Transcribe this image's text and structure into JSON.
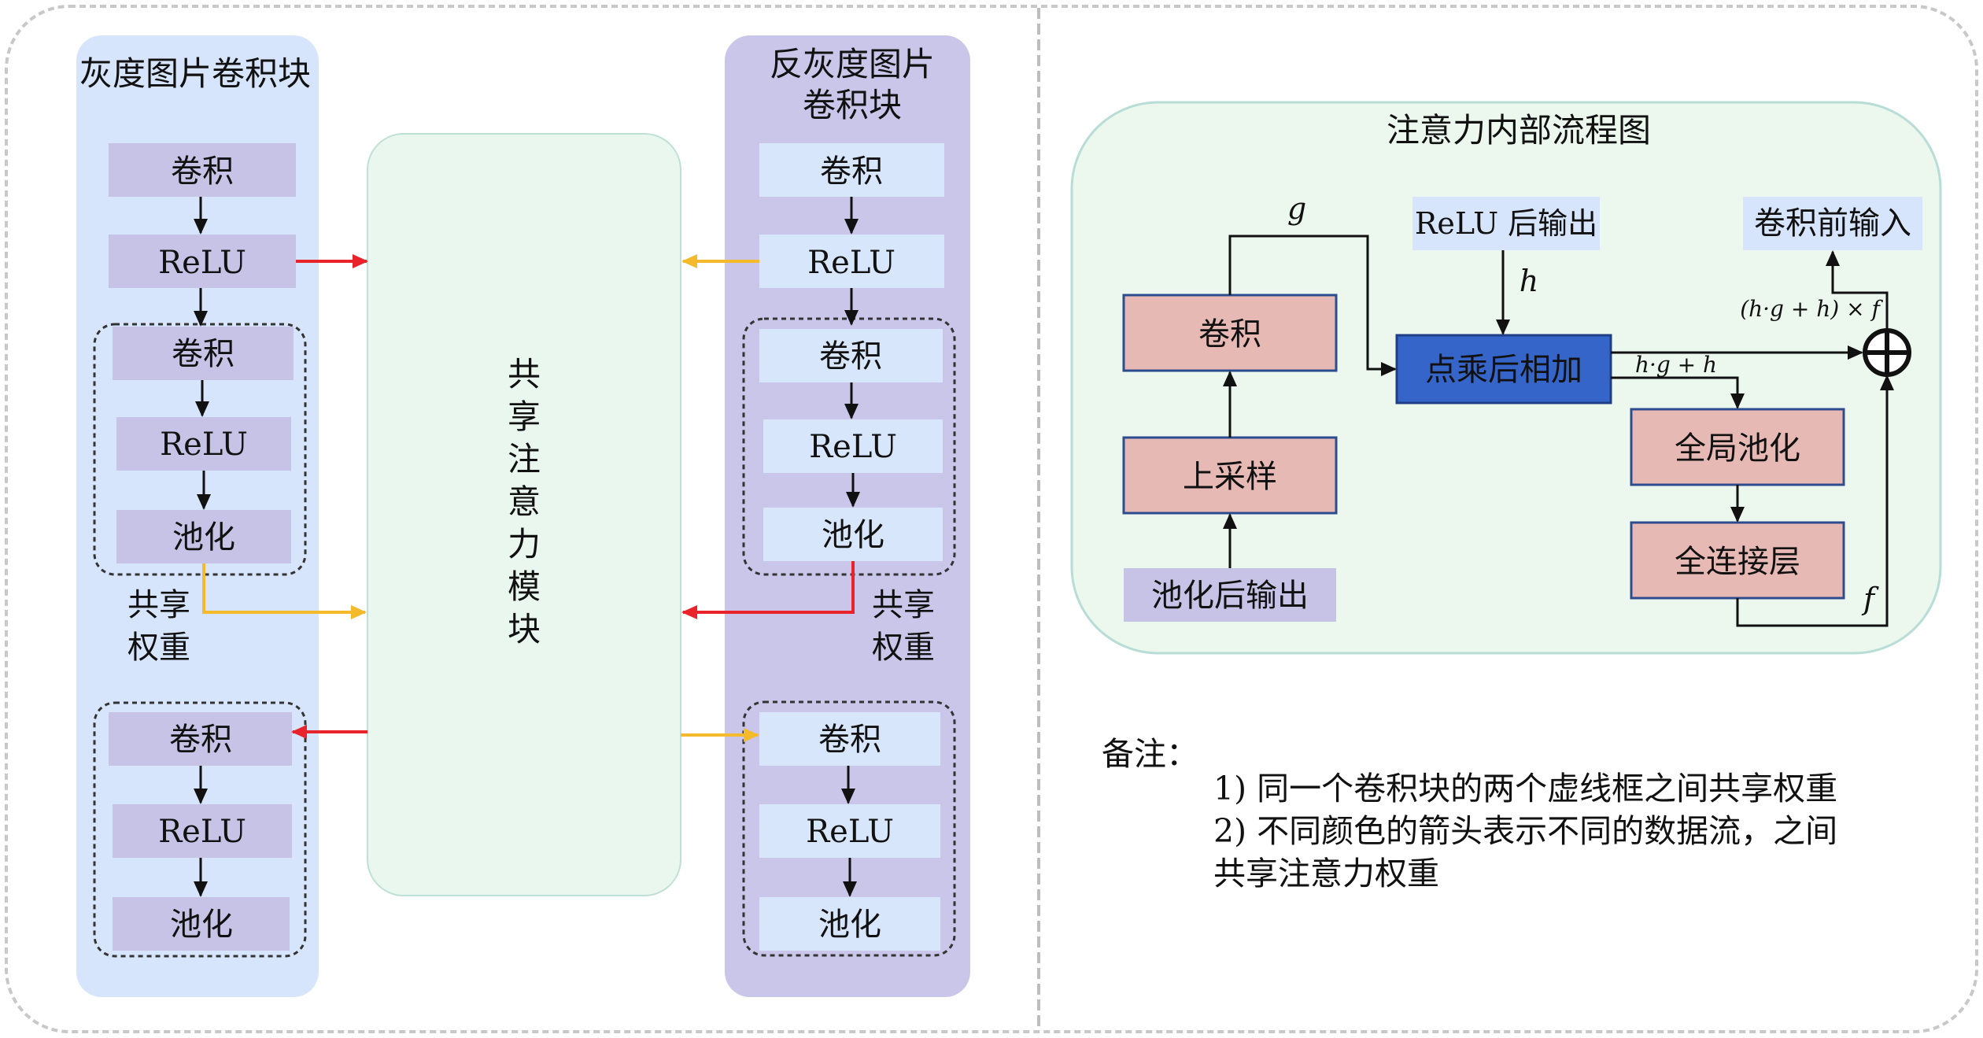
{
  "left": {
    "gray_block_title": "灰度图片卷积块",
    "inv_block_title": [
      "反灰度图片",
      "卷积块"
    ],
    "shared_module_chars": [
      "共",
      "享",
      "注",
      "意",
      "力",
      "模",
      "块"
    ],
    "conv": "卷积",
    "relu": "ReLU",
    "pool": "池化",
    "shared_weight": [
      "共享",
      "权重"
    ]
  },
  "attention": {
    "title": "注意力内部流程图",
    "conv": "卷积",
    "upsample": "上采样",
    "pool_output": "池化后输出",
    "relu_output": "ReLU 后输出",
    "mul_add": "点乘后相加",
    "conv_input": "卷积前输入",
    "global_pool": "全局池化",
    "fc_layer": "全连接层",
    "g": "g",
    "h": "h",
    "f": "f",
    "hg_plus_h": "h·g + h",
    "hgh_times_f": "(h·g + h) × f"
  },
  "notes": {
    "title": "备注：",
    "lines": [
      "1) 同一个卷积块的两个虚线框之间共享权重",
      "2) 不同颜色的箭头表示不同的数据流，之间",
      "共享注意力权重"
    ]
  },
  "colors": {
    "gray_panel": "#d6e5fb",
    "inv_panel": "#c9c6e9",
    "block_gray": "#c7c3e6",
    "block_inv": "#d8e6fb",
    "shared_module": "#e9f7ef",
    "att_panel": "#ecf7ee",
    "pink_block": "#e7b9b5",
    "blue_block": "#3565c8",
    "red_arrow": "#e8232a",
    "yellow_arrow": "#f5b92c"
  }
}
